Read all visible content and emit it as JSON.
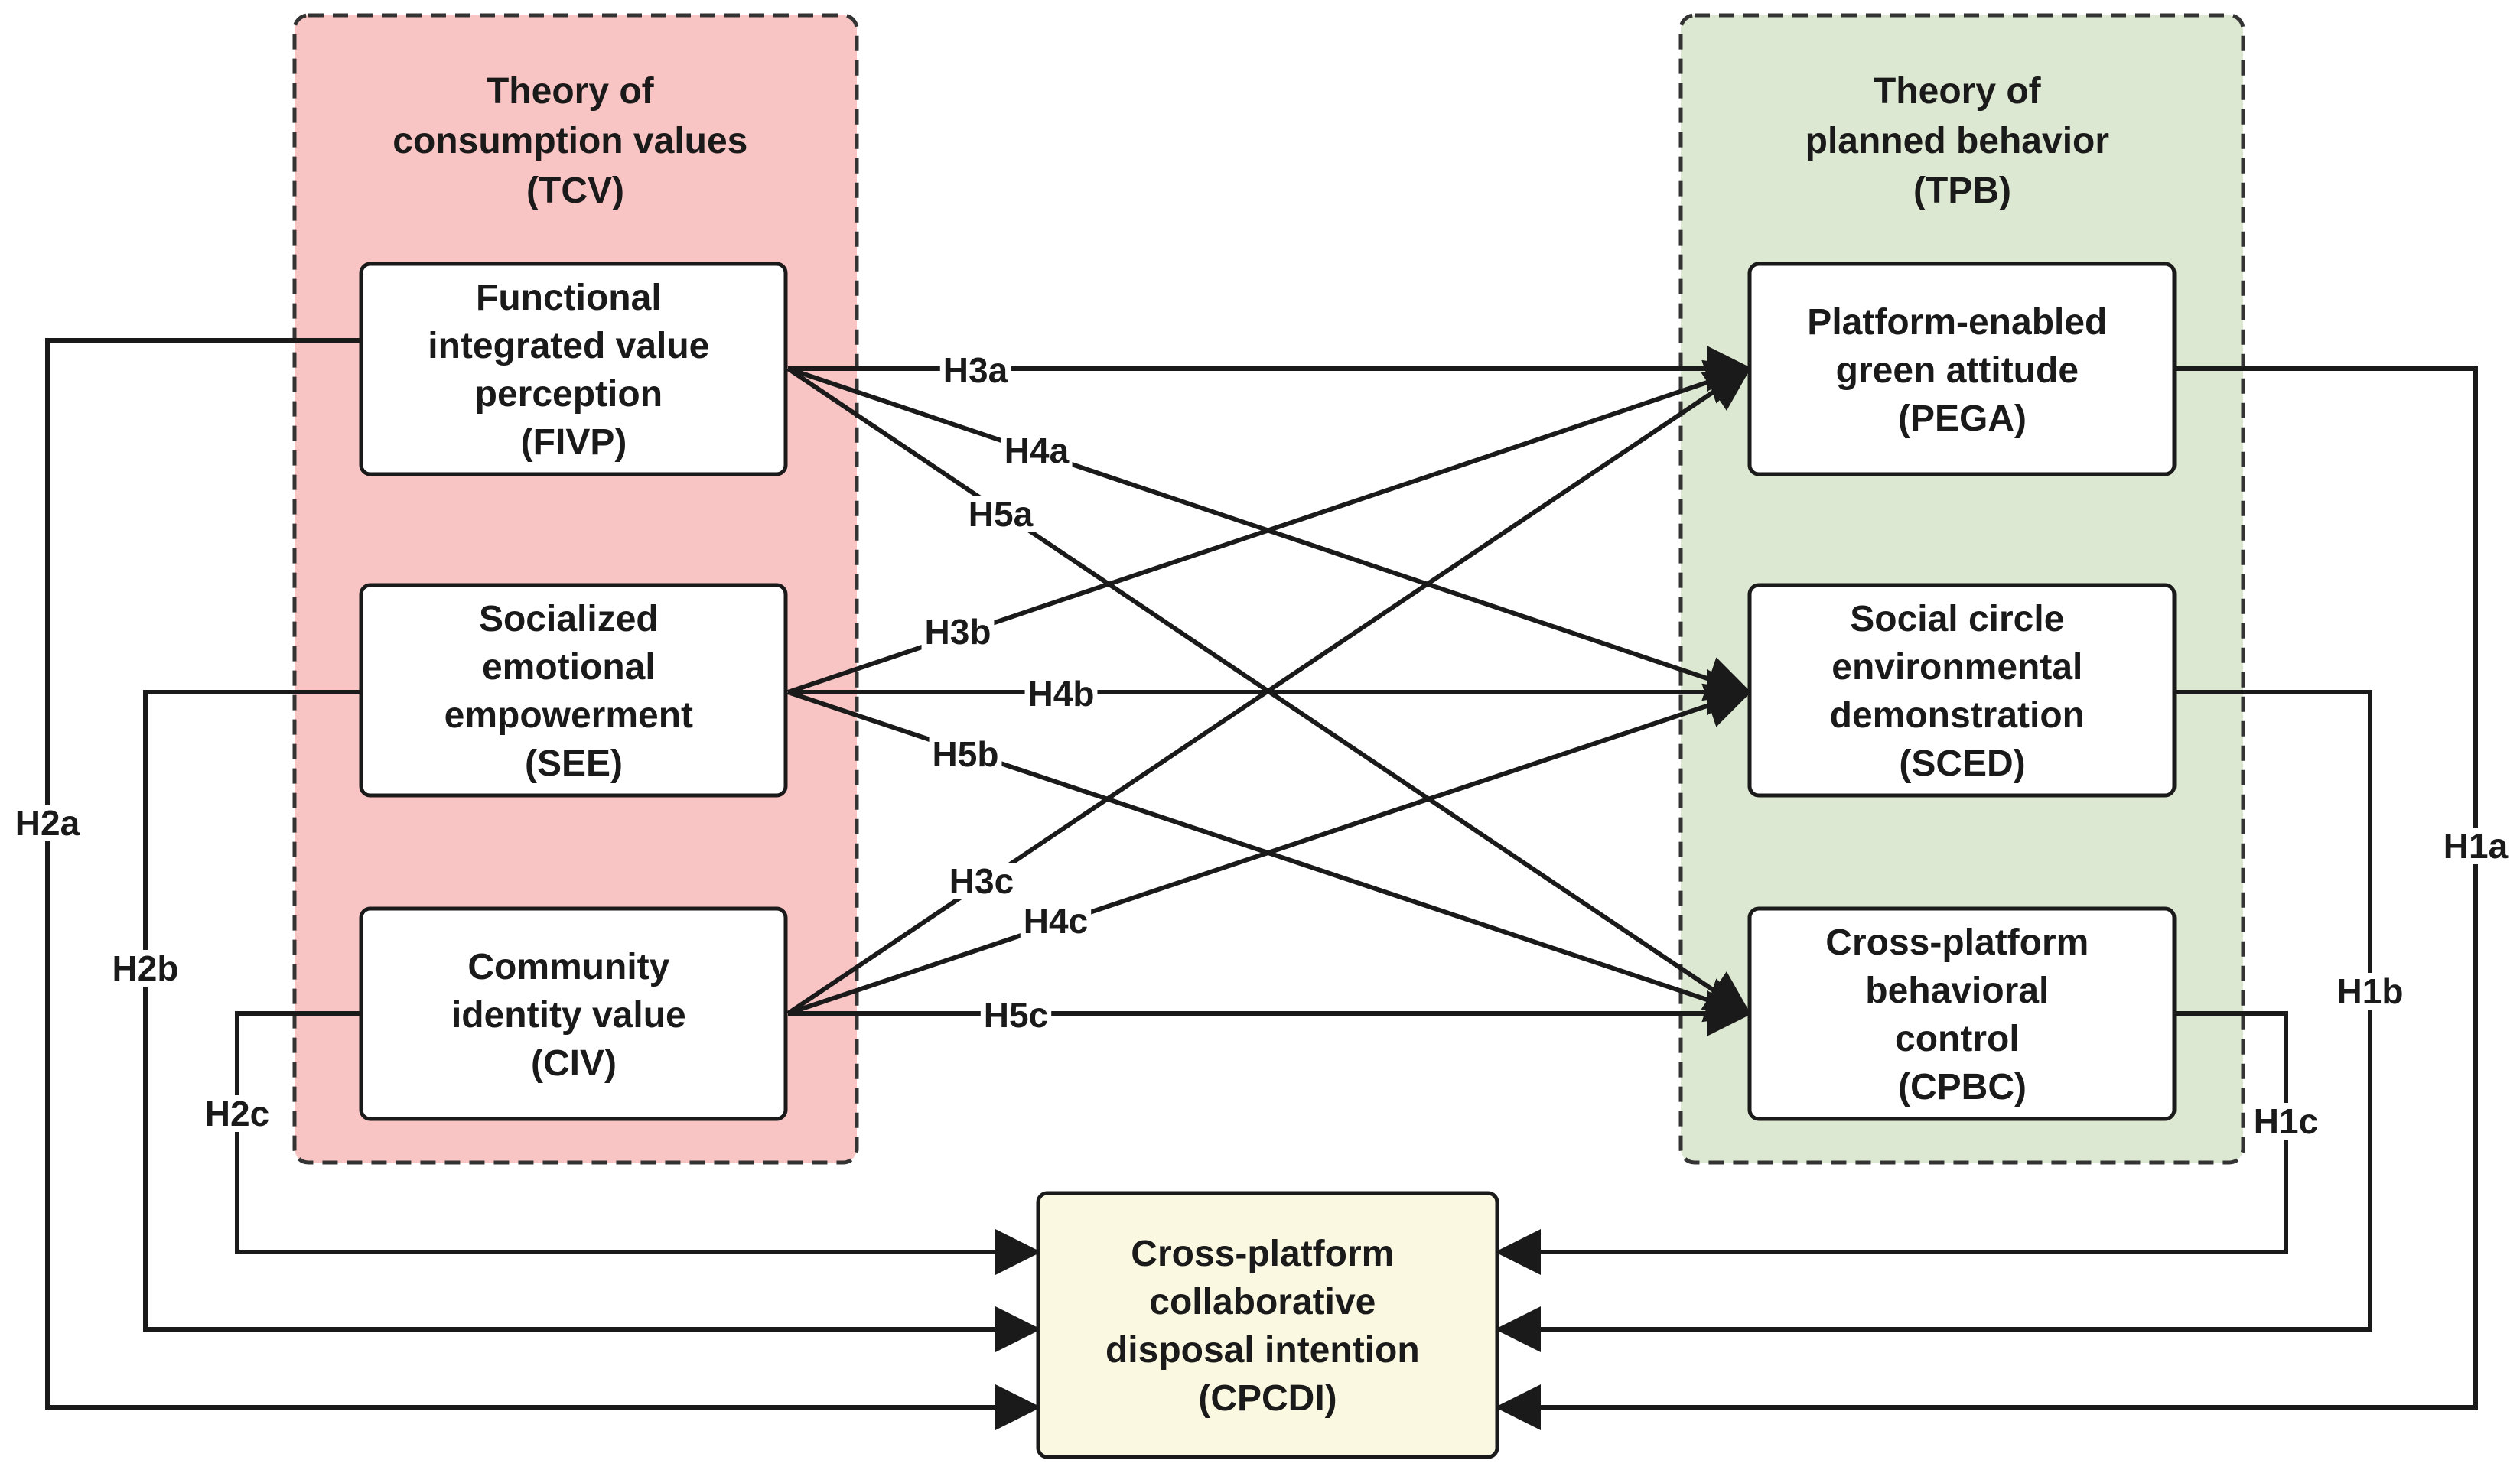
{
  "groups": {
    "tcv": {
      "title": [
        "Theory of",
        "consumption values",
        "(TCV)"
      ],
      "fill": "#f9c4c4"
    },
    "tpb": {
      "title": [
        "Theory of",
        "planned behavior",
        "(TPB)"
      ],
      "fill": "#dde8d2"
    }
  },
  "nodes": {
    "fivp": [
      "Functional",
      "integrated value",
      "perception",
      "(FIVP)"
    ],
    "see": [
      "Socialized",
      "emotional",
      "empowerment",
      "(SEE)"
    ],
    "civ": [
      "Community",
      "identity value",
      "(CIV)"
    ],
    "pega": [
      "Platform-enabled",
      "green attitude",
      "(PEGA)"
    ],
    "sced": [
      "Social circle",
      "environmental",
      "demonstration",
      "(SCED)"
    ],
    "cpbc": [
      "Cross-platform",
      "behavioral",
      "control",
      "(CPBC)"
    ],
    "cpcdi": [
      "Cross-platform",
      "collaborative",
      "disposal intention",
      "(CPCDI)"
    ]
  },
  "outcome_fill": "#fbf8e2",
  "hypotheses": {
    "h1a": "H1a",
    "h1b": "H1b",
    "h1c": "H1c",
    "h2a": "H2a",
    "h2b": "H2b",
    "h2c": "H2c",
    "h3a": "H3a",
    "h3b": "H3b",
    "h3c": "H3c",
    "h4a": "H4a",
    "h4b": "H4b",
    "h4c": "H4c",
    "h5a": "H5a",
    "h5b": "H5b",
    "h5c": "H5c"
  }
}
